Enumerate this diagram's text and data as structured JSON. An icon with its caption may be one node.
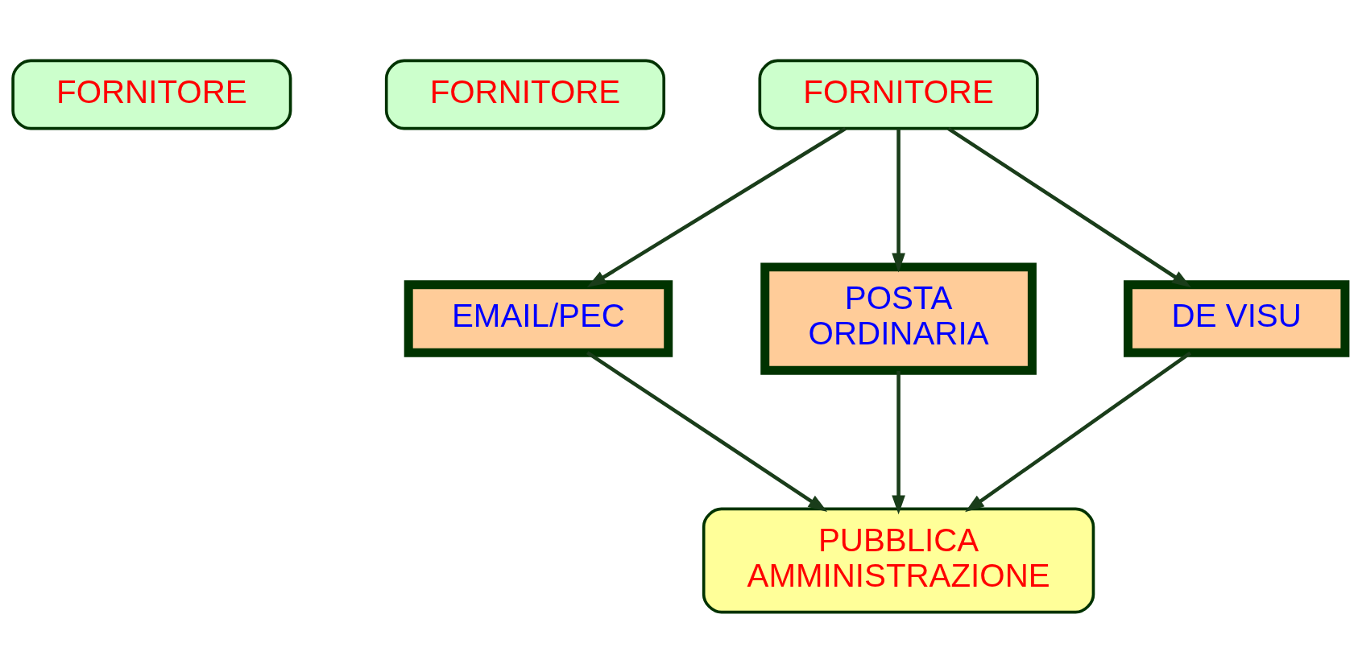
{
  "diagram": {
    "nodes": [
      {
        "text": [
          "FORNITORE"
        ]
      },
      {
        "text": [
          "FORNITORE"
        ]
      },
      {
        "text": [
          "FORNITORE"
        ]
      },
      {
        "text": [
          "EMAIL/PEC"
        ]
      },
      {
        "text": [
          "POSTA ORDINARIA"
        ]
      },
      {
        "text": [
          "DE VISU"
        ]
      },
      {
        "text": [
          "PUBBLICA AMMINISTRAZIONE"
        ]
      }
    ],
    "edges": [
      {
        "from": 2,
        "to": 3,
        "arrow": "to"
      },
      {
        "from": 2,
        "to": 4,
        "arrow": "to"
      },
      {
        "from": 2,
        "to": 5,
        "arrow": "to"
      },
      {
        "from": 3,
        "to": 6,
        "arrow": "to"
      },
      {
        "from": 4,
        "to": 6,
        "arrow": "to"
      },
      {
        "from": 5,
        "to": 6,
        "arrow": "to"
      }
    ]
  }
}
